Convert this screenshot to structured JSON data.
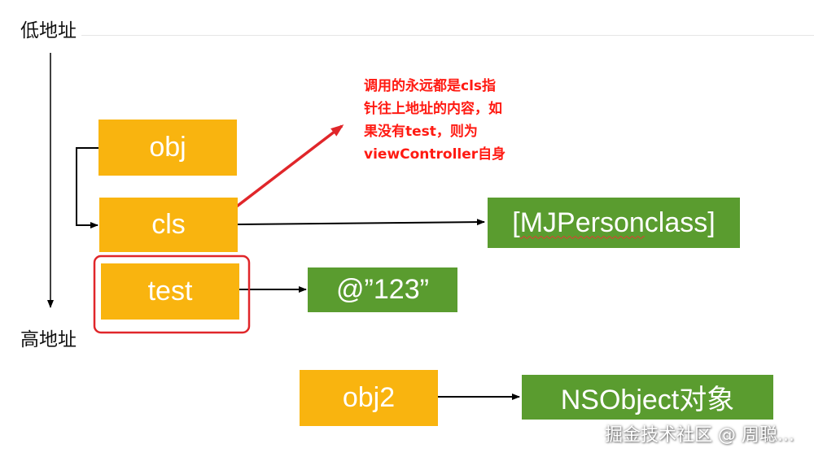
{
  "labels": {
    "low_address": "低地址",
    "high_address": "高地址"
  },
  "stack": {
    "obj": "obj",
    "cls": "cls",
    "test": "test",
    "obj2": "obj2"
  },
  "targets": {
    "class_prefix": "[",
    "class_name": "MJPerson",
    "class_suffix": " class]",
    "string_literal": "@”123”",
    "nsobject": "NSObject对象"
  },
  "annotation": {
    "line1": "调用的永远都是cls指",
    "line2": "针往上地址的内容，如",
    "line3": "果没有test，则为",
    "line4": "viewController自身"
  },
  "watermark": "掘金技术社区 @ 周聪...",
  "colors": {
    "stack_box": "#f9b40f",
    "object_box": "#5a9c2f",
    "annotation": "#ff1a12",
    "highlight": "#e0262a"
  }
}
